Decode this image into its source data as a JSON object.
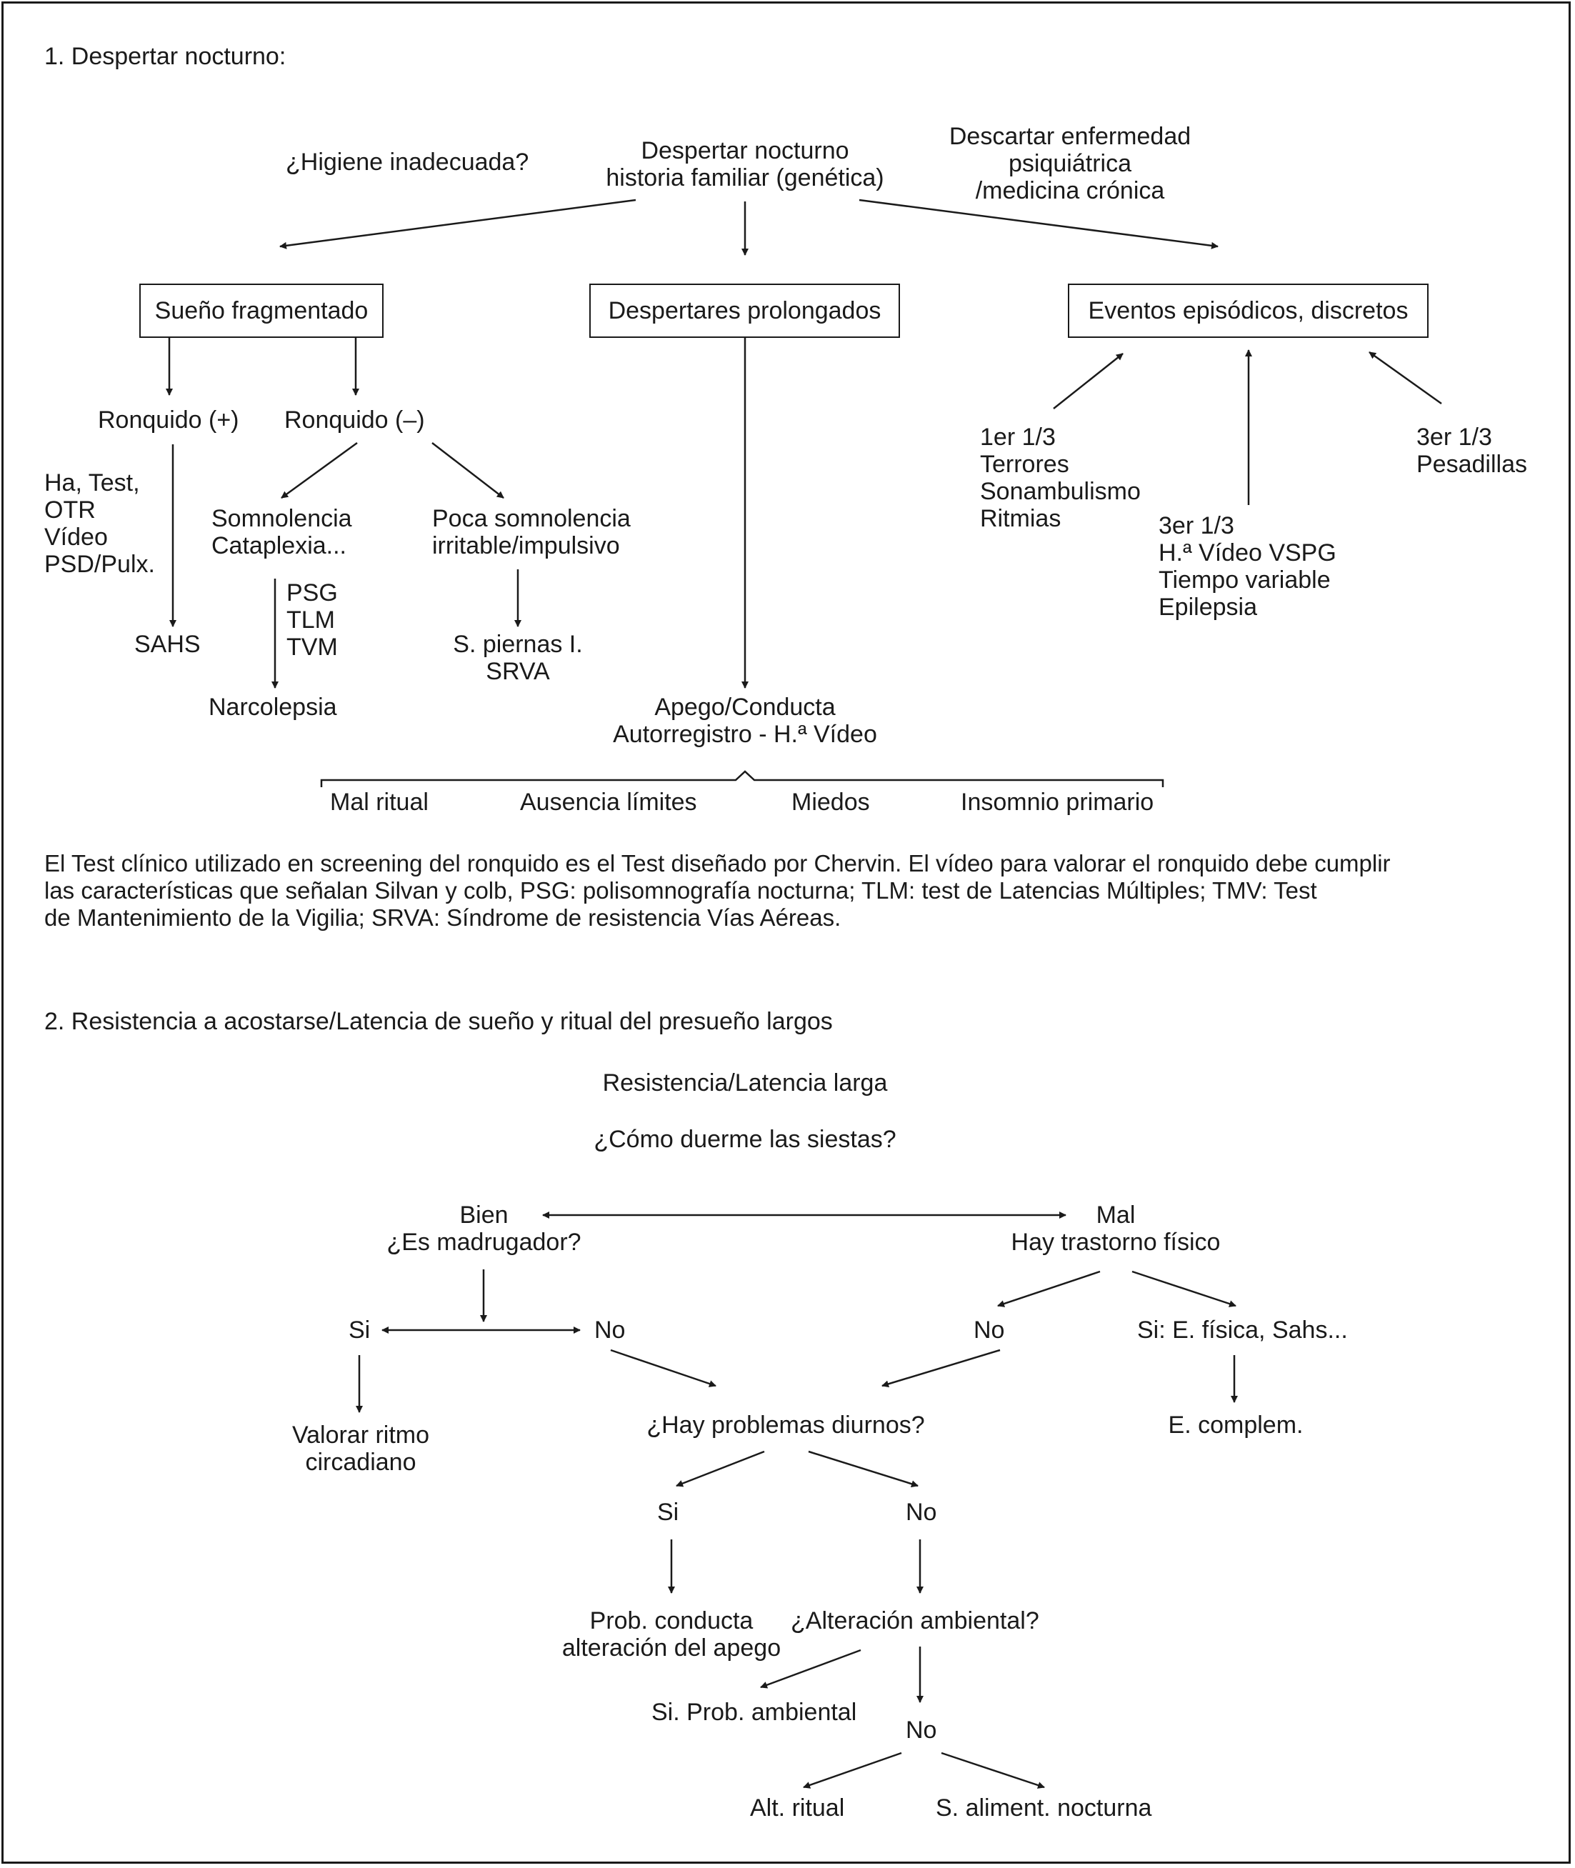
{
  "part1": {
    "heading": "1. Despertar nocturno:",
    "root": "Despertar nocturno\nhistoria familiar (genética)",
    "left_question": "¿Higiene inadecuada?",
    "right_note": "Descartar enfermedad\npsiquiátrica\n/medicina crónica",
    "box_fragmented": "Sueño fragmentado",
    "box_prolonged": "Despertares prolongados",
    "box_episodic": "Eventos episódicos, discretos",
    "snore_pos": "Ronquido (+)",
    "snore_neg": "Ronquido (–)",
    "snore_tests": "Ha, Test,\nOTR\nVídeo\nPSD/Pulx.",
    "sahs": "SAHS",
    "somnolence": "Somnolencia\nCataplexia...",
    "low_somnolence": "Poca somnolencia\nirritable/impulsivo",
    "psg_tests": "PSG\nTLM\nTVM",
    "narcolepsy": "Narcolepsia",
    "restless": "S. piernas I.\nSRVA",
    "attachment": "Apego/Conducta\nAutorregistro - H.ª Vídeo",
    "first_third": "1er 1/3\nTerrores\nSonambulismo\nRitmias",
    "third_video": "3er 1/3\nH.ª Vídeo VSPG\nTiempo variable\nEpilepsia",
    "third_nightmares": "3er 1/3\nPesadillas",
    "bottom_items": [
      "Mal ritual",
      "Ausencia límites",
      "Miedos",
      "Insomnio primario"
    ],
    "footnote": "El Test clínico utilizado en screening del ronquido es el Test diseñado por Chervin. El vídeo para valorar el ronquido debe cumplir\nlas características que señalan Silvan y colb, PSG: polisomnografía nocturna; TLM: test de Latencias Múltiples; TMV: Test\nde Mantenimiento de la Vigilia; SRVA: Síndrome de resistencia Vías Aéreas."
  },
  "part2": {
    "heading": "2. Resistencia a acostarse/Latencia de sueño y ritual del presueño largos",
    "root": "Resistencia/Latencia larga",
    "question": "¿Cómo duerme las siestas?",
    "good": "Bien\n¿Es madrugador?",
    "bad": "Mal\nHay trastorno físico",
    "yes_left": "Si",
    "no_left": "No",
    "no_right": "No",
    "yes_right": "Si: E. física, Sahs...",
    "circadian": "Valorar ritmo\ncircadiano",
    "complementary": "E. complem.",
    "daytime_q": "¿Hay problemas diurnos?",
    "yes_day": "Si",
    "no_day": "No",
    "behavior": "Prob. conducta\nalteración del apego",
    "env_q": "¿Alteración ambiental?",
    "env_yes": "Si. Prob. ambiental",
    "env_no": "No",
    "ritual": "Alt. ritual",
    "night_eating": "S. aliment. nocturna"
  }
}
